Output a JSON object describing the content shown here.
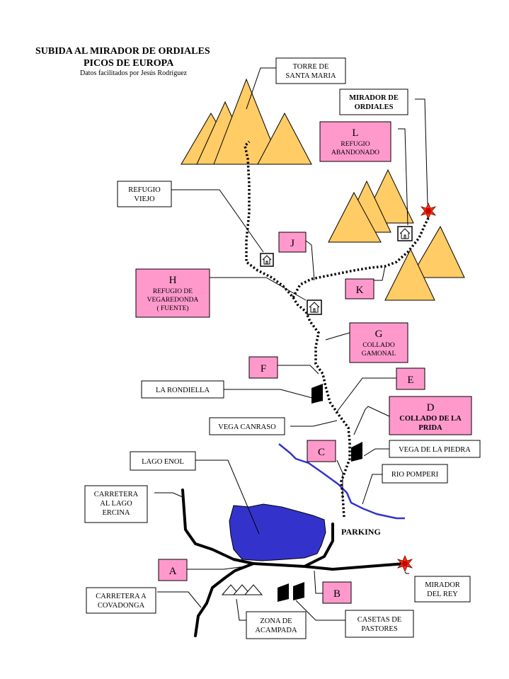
{
  "title": {
    "line1": "SUBIDA AL MIRADOR DE ORDIALES",
    "line2": "PICOS DE EUROPA",
    "credit": "Datos facilitados por Jesús Rodríguez"
  },
  "labels": {
    "torre_santa_maria": [
      "TORRE DE",
      "SANTA MARIA"
    ],
    "mirador_ordiales": [
      "MIRADOR DE",
      "ORDIALES"
    ],
    "refugio_viejo": [
      "REFUGIO",
      "VIEJO"
    ],
    "la_rondiella": "LA RONDIELLA",
    "vega_canraso": "VEGA CANRASO",
    "vega_de_la_piedra": "VEGA DE LA PIEDRA",
    "lago_enol": "LAGO ENOL",
    "rio_pomperi": "RIO POMPERI",
    "carretera_lago_ercina": [
      "CARRETERA",
      "AL LAGO",
      "ERCINA"
    ],
    "parking": "PARKING",
    "mirador_del_rey": [
      "MIRADOR",
      "DEL REY"
    ],
    "carretera_covadonga": [
      "CARRETERA A",
      "COVADONGA"
    ],
    "zona_acampada": [
      "ZONA DE",
      "ACAMPADA"
    ],
    "casetas_pastores": [
      "CASETAS DE",
      "PASTORES"
    ]
  },
  "waypoints": {
    "A": {
      "letter": "A"
    },
    "B": {
      "letter": "B"
    },
    "C": {
      "letter": "C"
    },
    "D": {
      "letter": "D",
      "desc": [
        "COLLADO DE LA",
        "PRIDA"
      ]
    },
    "E": {
      "letter": "E"
    },
    "F": {
      "letter": "F"
    },
    "G": {
      "letter": "G",
      "desc": [
        "COLLADO",
        "GAMONAL"
      ]
    },
    "H": {
      "letter": "H",
      "desc": [
        "REFUGIO DE",
        "VEGAREDONDA",
        "( FUENTE)"
      ]
    },
    "J": {
      "letter": "J"
    },
    "K": {
      "letter": "K"
    },
    "L": {
      "letter": "L",
      "desc": [
        "REFUGIO",
        "ABANDONADO"
      ]
    }
  },
  "colors": {
    "mountain": "#ffcc66",
    "waypoint_box": "#ff99cc",
    "lake": "#3333cc",
    "river": "#3333cc",
    "mirador_marker": "#ff3300"
  },
  "icons": [
    "mountain-peak-icon",
    "refuge-hut-icon",
    "shepherd-hut-icon",
    "mirador-star-icon",
    "tent-icon"
  ]
}
